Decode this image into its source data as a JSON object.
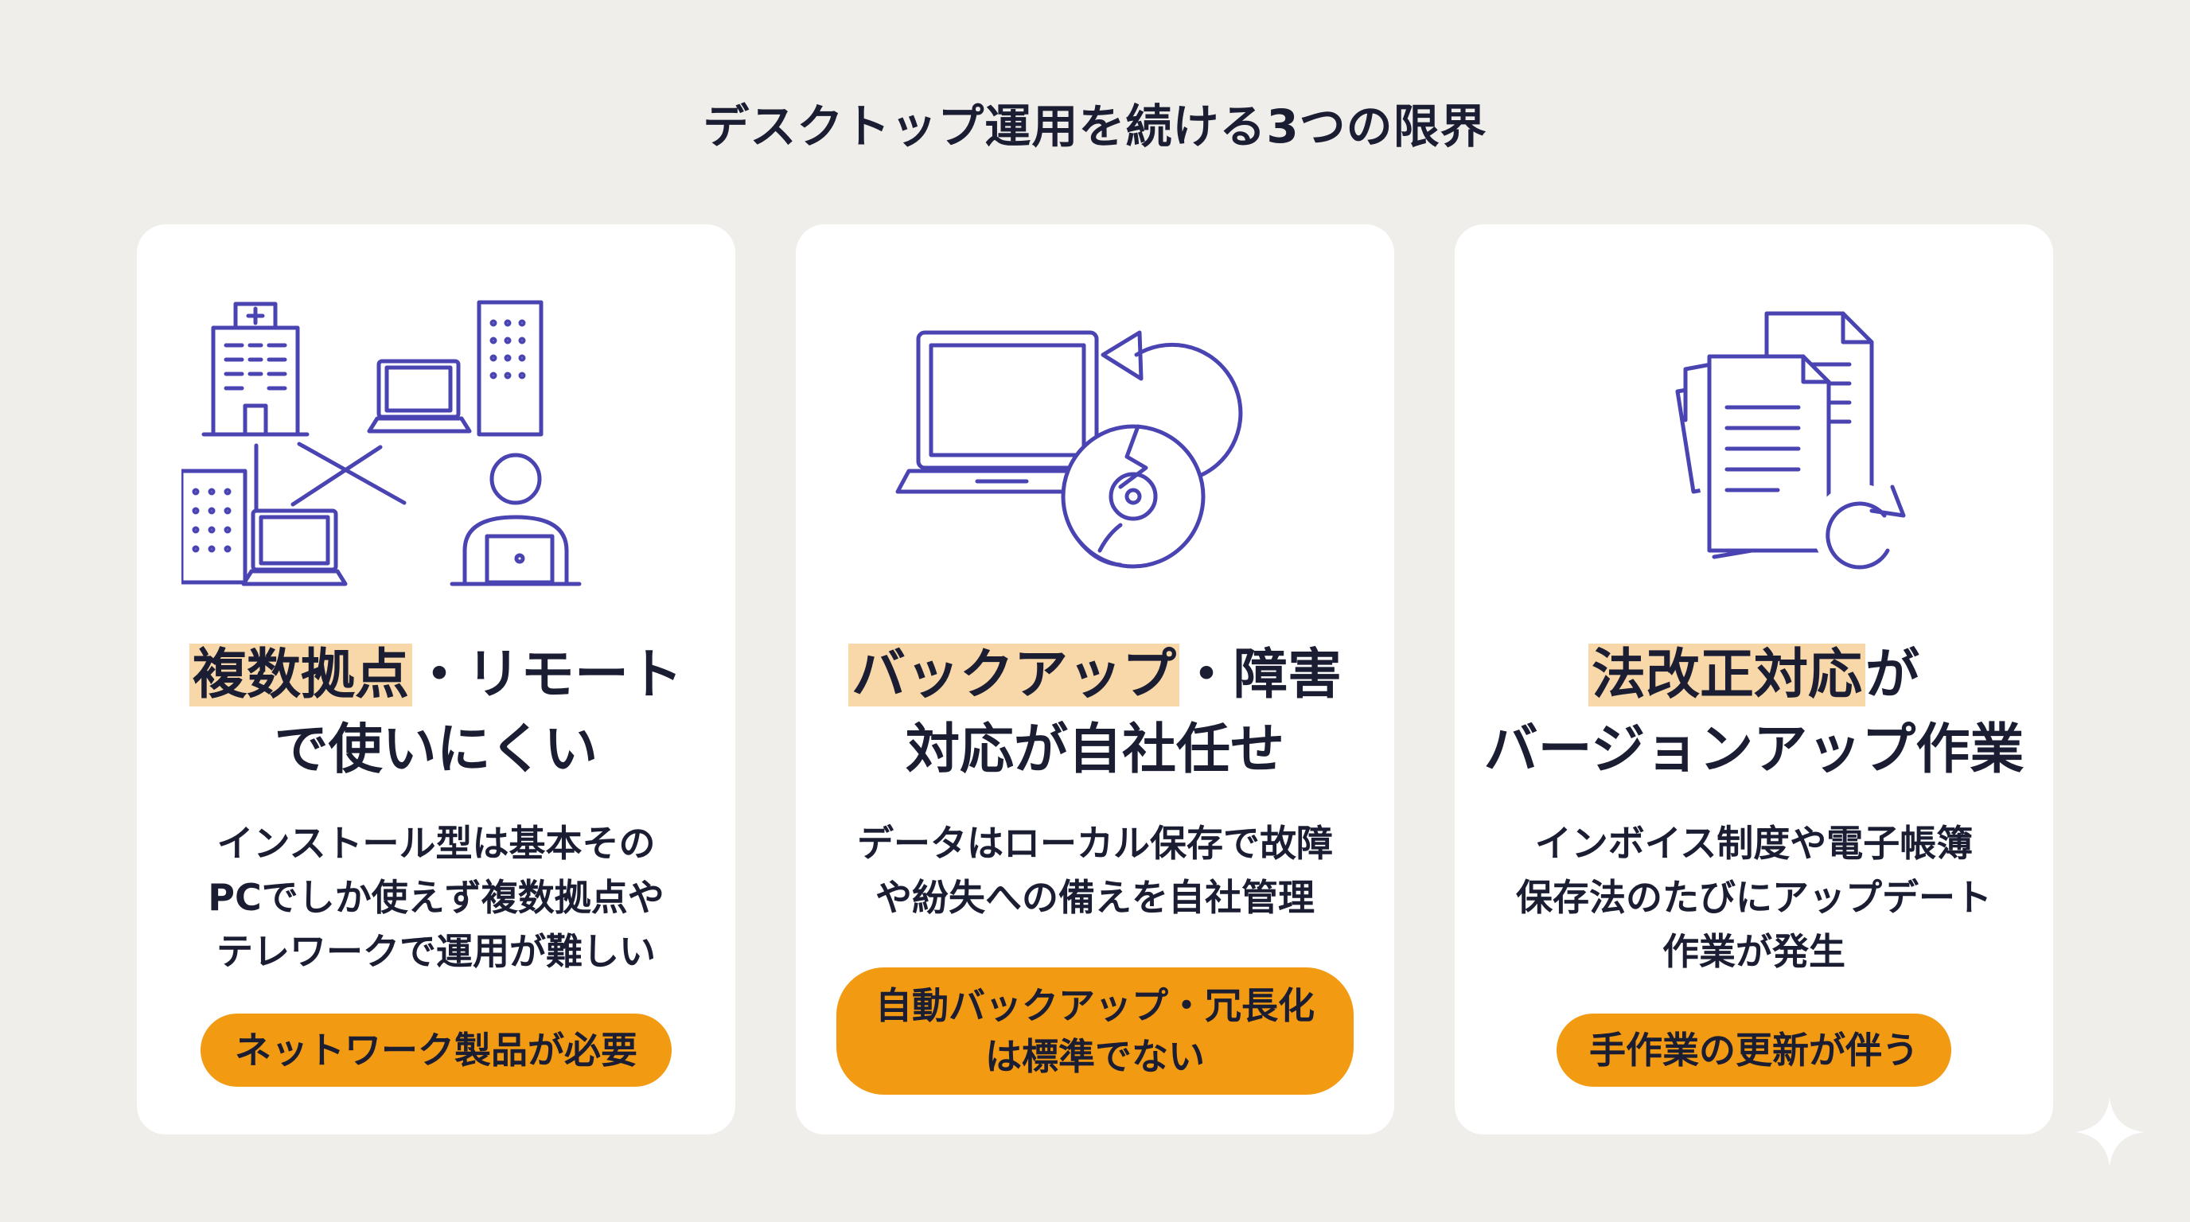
{
  "title": "デスクトップ運用を続ける3つの限界",
  "colors": {
    "background": "#efeeea",
    "card": "#ffffff",
    "icon_stroke": "#4a44b3",
    "highlight": "#f8d7a8",
    "pill": "#f29a12",
    "text": "#1b1d33"
  },
  "cards": [
    {
      "icon": "multi-site-network-illustration",
      "heading_highlight": "複数拠点",
      "heading_rest": "・リモート",
      "heading_line2": "で使いにくい",
      "body_lines": [
        "インストール型は基本その",
        "PCでしか使えず複数拠点や",
        "テレワークで運用が難しい"
      ],
      "pill_lines": [
        "ネットワーク製品が必要"
      ]
    },
    {
      "icon": "laptop-backup-disc-illustration",
      "heading_highlight": "バックアップ",
      "heading_rest": "・障害",
      "heading_line2": "対応が自社任せ",
      "body_lines": [
        "データはローカル保存で故障",
        "や紛失への備えを自社管理"
      ],
      "pill_lines": [
        "自動バックアップ・冗長化",
        "は標準でない"
      ]
    },
    {
      "icon": "documents-update-illustration",
      "heading_highlight": "法改正対応",
      "heading_rest": "が",
      "heading_line2": "バージョンアップ作業",
      "body_lines": [
        "インボイス制度や電子帳簿",
        "保存法のたびにアップデート",
        "作業が発生"
      ],
      "pill_lines": [
        "手作業の更新が伴う"
      ]
    }
  ]
}
